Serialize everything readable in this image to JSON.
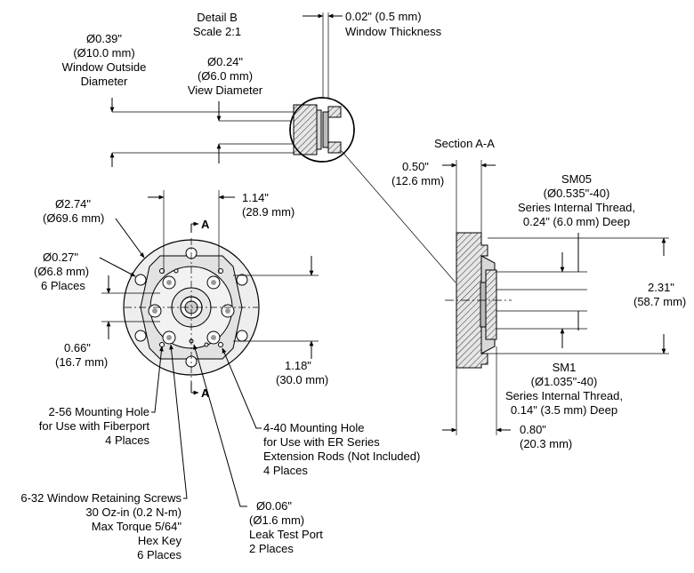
{
  "detail": {
    "title": "Detail B",
    "scale": "Scale 2:1",
    "window_thickness": [
      "0.02\" (0.5 mm)",
      "Window Thickness"
    ],
    "window_outside_diameter": [
      "Ø0.39\"",
      "(Ø10.0 mm)",
      "Window Outside",
      "Diameter"
    ],
    "view_diameter": [
      "Ø0.24\"",
      "(Ø6.0 mm)",
      "View Diameter"
    ]
  },
  "front": {
    "section_marker": "A",
    "outer_diameter": [
      "Ø2.74\"",
      "(Ø69.6 mm)"
    ],
    "hole_027": [
      "Ø0.27\"",
      "(Ø6.8 mm)",
      "6 Places"
    ],
    "dim_114": [
      "1.14\"",
      "(28.9 mm)"
    ],
    "dim_066": [
      "0.66\"",
      "(16.7 mm)"
    ],
    "dim_118": [
      "1.18\"",
      "(30.0 mm)"
    ],
    "hole_256": [
      "2-56 Mounting Hole",
      "for Use with Fiberport",
      "4 Places"
    ],
    "hole_440": [
      "4-40 Mounting Hole",
      "for Use with ER Series",
      "Extension Rods (Not Included)",
      "4 Places"
    ],
    "screws": [
      "6-32 Window Retaining Screws",
      "30 Oz-in (0.2 N-m)",
      "Max Torque 5/64\"",
      "Hex Key",
      "6 Places"
    ],
    "leak_port": [
      "Ø0.06\"",
      "(Ø1.6 mm)",
      "Leak Test Port",
      "2 Places"
    ]
  },
  "section": {
    "title": "Section A-A",
    "dim_050": [
      "0.50\"",
      "(12.6 mm)"
    ],
    "sm05": [
      "SM05",
      "(Ø0.535\"-40)",
      "Series Internal Thread,",
      "0.24\" (6.0 mm) Deep"
    ],
    "dim_231": [
      "2.31\"",
      "(58.7 mm)"
    ],
    "sm1": [
      "SM1",
      "(Ø1.035\"-40)",
      "Series Internal Thread,",
      "0.14\" (3.5 mm) Deep"
    ],
    "dim_080": [
      "0.80\"",
      "(20.3 mm)"
    ]
  }
}
